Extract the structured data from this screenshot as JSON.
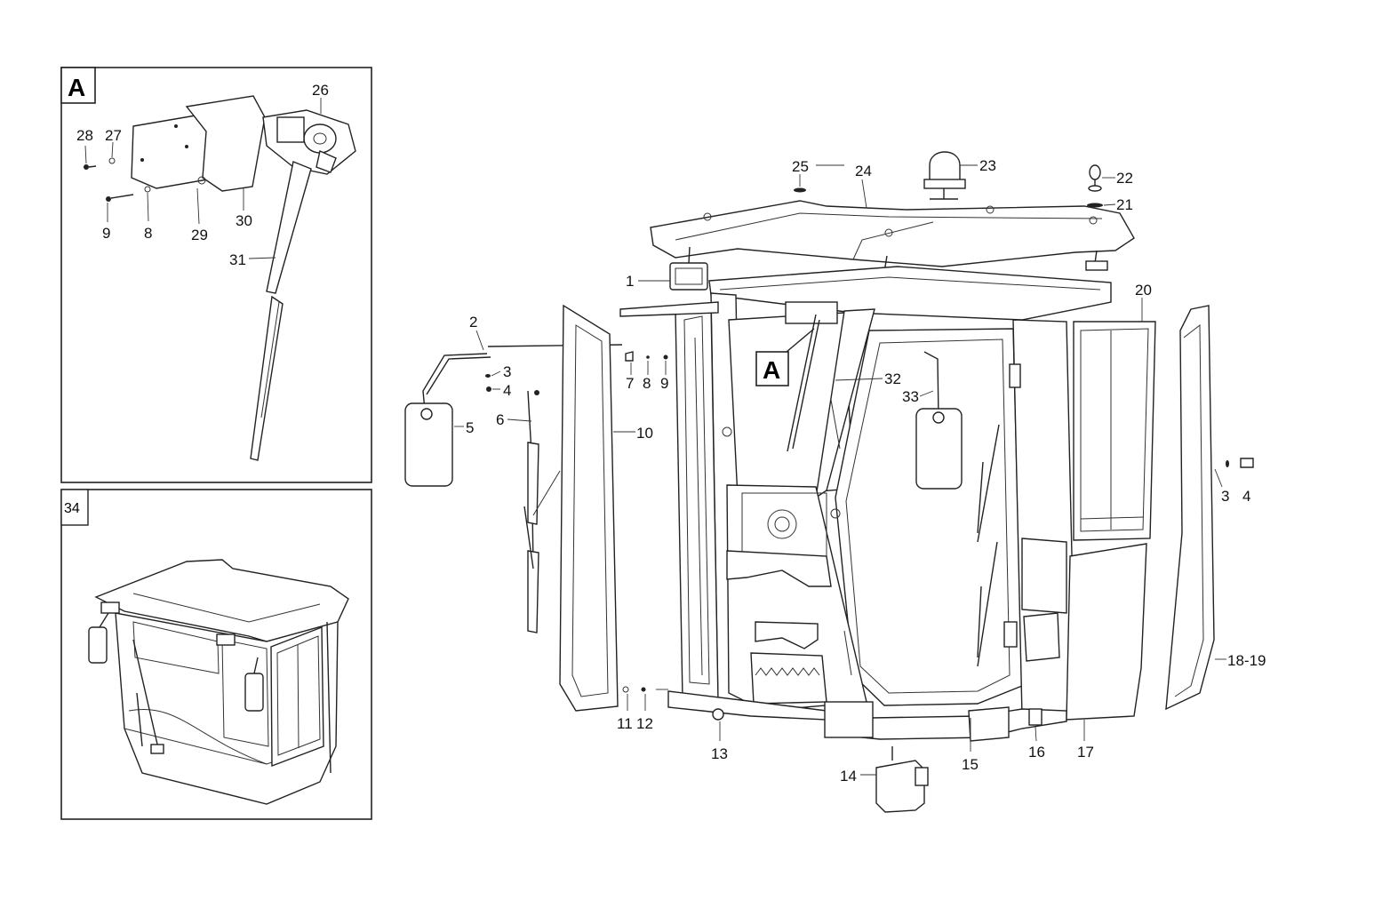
{
  "panels": {
    "detail_a": {
      "tag": "A"
    },
    "assembly_34": {
      "tag": "34"
    }
  },
  "main": {
    "view_tag": "A"
  },
  "labels": [
    {
      "id": "26",
      "text": "26"
    },
    {
      "id": "28",
      "text": "28"
    },
    {
      "id": "27",
      "text": "27"
    },
    {
      "id": "9a",
      "text": "9"
    },
    {
      "id": "8a",
      "text": "8"
    },
    {
      "id": "29",
      "text": "29"
    },
    {
      "id": "30",
      "text": "30"
    },
    {
      "id": "31",
      "text": "31"
    },
    {
      "id": "1",
      "text": "1"
    },
    {
      "id": "2",
      "text": "2"
    },
    {
      "id": "3a",
      "text": "3"
    },
    {
      "id": "4a",
      "text": "4"
    },
    {
      "id": "5",
      "text": "5"
    },
    {
      "id": "6",
      "text": "6"
    },
    {
      "id": "7",
      "text": "7"
    },
    {
      "id": "8b",
      "text": "8"
    },
    {
      "id": "9b",
      "text": "9"
    },
    {
      "id": "10",
      "text": "10"
    },
    {
      "id": "11",
      "text": "11"
    },
    {
      "id": "12",
      "text": "12"
    },
    {
      "id": "13",
      "text": "13"
    },
    {
      "id": "14",
      "text": "14"
    },
    {
      "id": "15",
      "text": "15"
    },
    {
      "id": "16",
      "text": "16"
    },
    {
      "id": "17",
      "text": "17"
    },
    {
      "id": "18-19",
      "text": "18-19"
    },
    {
      "id": "3b",
      "text": "3"
    },
    {
      "id": "4b",
      "text": "4"
    },
    {
      "id": "20",
      "text": "20"
    },
    {
      "id": "21",
      "text": "21"
    },
    {
      "id": "22",
      "text": "22"
    },
    {
      "id": "23",
      "text": "23"
    },
    {
      "id": "24",
      "text": "24"
    },
    {
      "id": "25",
      "text": "25"
    },
    {
      "id": "32",
      "text": "32"
    },
    {
      "id": "33",
      "text": "33"
    }
  ]
}
